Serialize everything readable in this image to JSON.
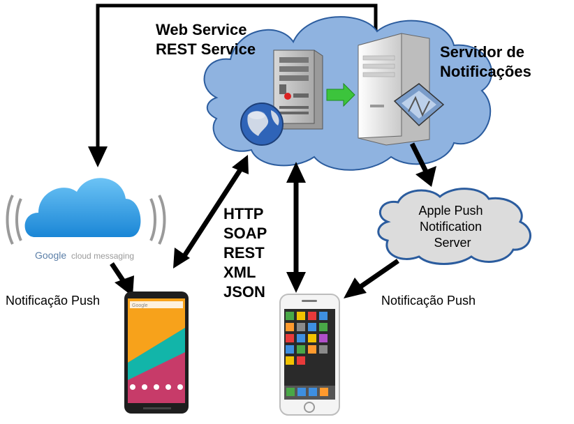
{
  "web_service_lines": [
    "Web Service",
    "REST Service"
  ],
  "notification_server_lines": [
    "Servidor de",
    "Notificações"
  ],
  "apns_lines": [
    "Apple Push",
    "Notification",
    "Server"
  ],
  "protocols": [
    "HTTP",
    "SOAP",
    "REST",
    "XML",
    "JSON"
  ],
  "push_left_label": "Notificação Push",
  "push_right_label": "Notificação Push",
  "gcm_logo": {
    "brand": "Google",
    "product": "cloud messaging"
  },
  "android_search_brand": "Google",
  "colors": {
    "cloud_blue": "#8fb3e0",
    "cloud_stroke": "#2b5c9e",
    "gcm_cloud": "#2f9ee6",
    "apns_cloud": "#dcdcdc",
    "arrow": "#000000",
    "green_arrow": "#3cc43c"
  },
  "icons": [
    "web-server-icon",
    "globe-icon",
    "notification-server-icon",
    "android-phone-icon",
    "iphone-icon",
    "gcm-cloud-icon"
  ]
}
